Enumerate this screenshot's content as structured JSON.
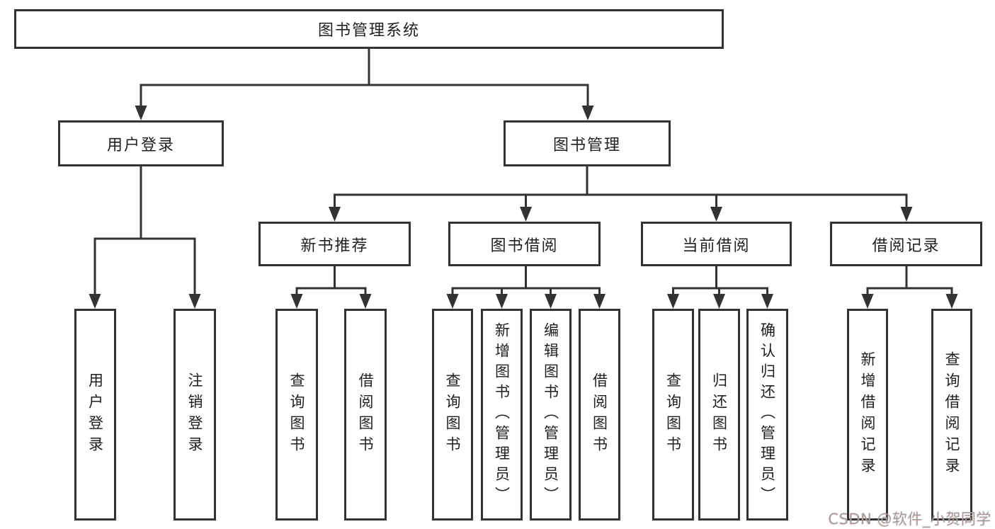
{
  "diagram": {
    "type": "hierarchy-org-chart",
    "colors": {
      "line": "#333333",
      "box_border": "#333333",
      "box_fill": "#ffffff",
      "text": "#1f1f1f",
      "watermark": "#9d9d9d",
      "background": "#ffffff"
    },
    "tree": {
      "root": {
        "label": "图书管理系统"
      },
      "branches": [
        {
          "label": "用户登录",
          "children": [
            {
              "label": "用户登录"
            },
            {
              "label": "注销登录"
            }
          ]
        },
        {
          "label": "图书管理",
          "children": [
            {
              "label": "新书推荐",
              "children": [
                {
                  "label": "查询图书"
                },
                {
                  "label": "借阅图书"
                }
              ]
            },
            {
              "label": "图书借阅",
              "children": [
                {
                  "label": "查询图书"
                },
                {
                  "label": "新增图书（管理员）"
                },
                {
                  "label": "编辑图书（管理员）"
                },
                {
                  "label": "借阅图书"
                }
              ]
            },
            {
              "label": "当前借阅",
              "children": [
                {
                  "label": "查询图书"
                },
                {
                  "label": "归还图书"
                },
                {
                  "label": "确认归还（管理员）"
                }
              ]
            },
            {
              "label": "借阅记录",
              "children": [
                {
                  "label": "新增借阅记录"
                },
                {
                  "label": "查询借阅记录"
                }
              ]
            }
          ]
        }
      ]
    },
    "watermark": "CSDN @软件_小贺同学"
  }
}
